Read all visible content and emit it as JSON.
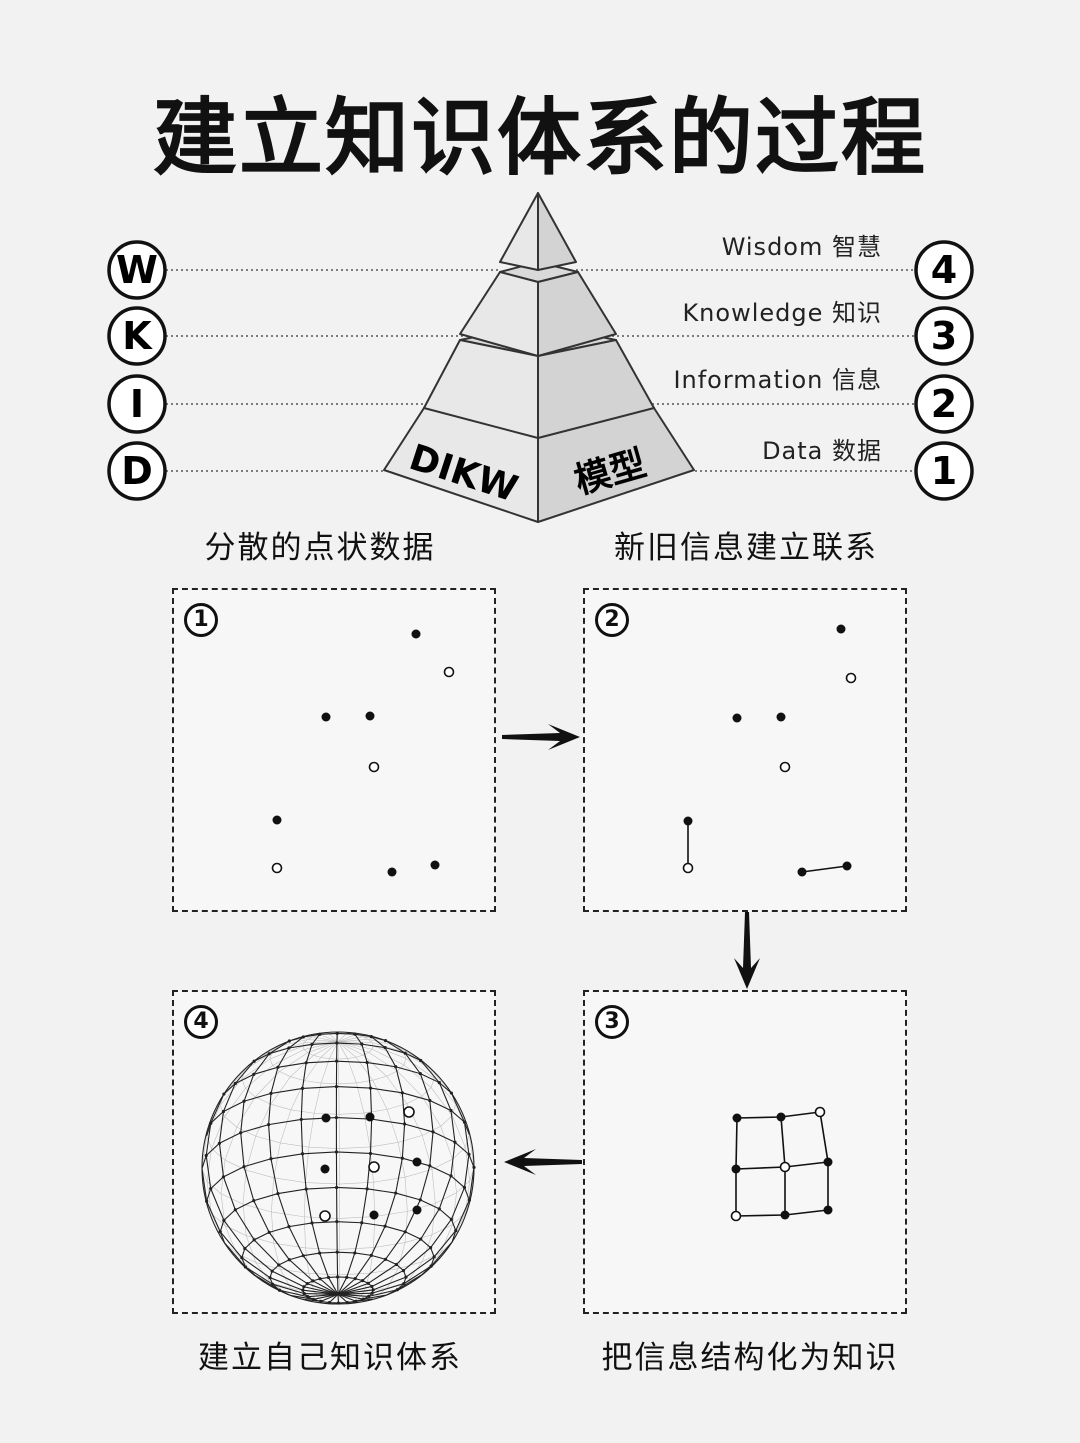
{
  "title": "建立知识体系的过程",
  "pyramid": {
    "left_letters": [
      "W",
      "K",
      "I",
      "D"
    ],
    "levels": [
      {
        "num": "4",
        "label": "Wisdom 智慧"
      },
      {
        "num": "3",
        "label": "Knowledge 知识"
      },
      {
        "num": "2",
        "label": "Information 信息"
      },
      {
        "num": "1",
        "label": "Data 数据"
      }
    ],
    "base_left": "DIKW",
    "base_right": "模型"
  },
  "steps": [
    {
      "num": "1",
      "caption": "分散的点状数据"
    },
    {
      "num": "2",
      "caption": "新旧信息建立联系"
    },
    {
      "num": "3",
      "caption": "把信息结构化为知识"
    },
    {
      "num": "4",
      "caption": "建立自己知识体系"
    }
  ],
  "colors": {
    "background": "#f2f2f2",
    "ink": "#111111",
    "pyramid_light": "#e6e6e6",
    "pyramid_shade": "#d2d2d2"
  }
}
